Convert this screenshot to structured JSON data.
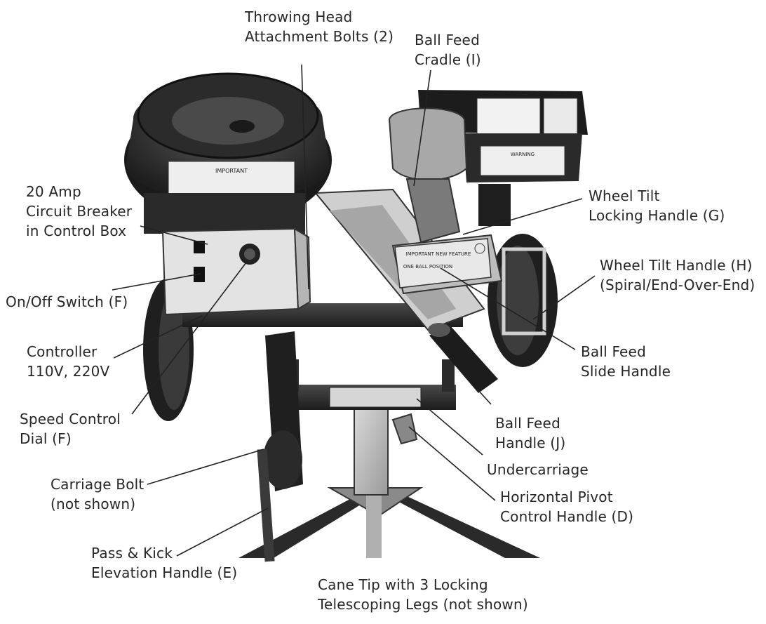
{
  "callouts": [
    {
      "id": "throwing-head-bolts",
      "lines": [
        "Throwing Head",
        "Attachment Bolts (2)"
      ]
    },
    {
      "id": "ball-feed-cradle",
      "lines": [
        "Ball Feed",
        "Cradle (I)"
      ]
    },
    {
      "id": "circuit-breaker",
      "lines": [
        "20 Amp",
        "Circuit Breaker",
        "in Control Box"
      ]
    },
    {
      "id": "wheel-tilt-locking-handle",
      "lines": [
        "Wheel Tilt",
        "Locking Handle (G)"
      ]
    },
    {
      "id": "wheel-tilt-handle",
      "lines": [
        "Wheel Tilt Handle (H)",
        "(Spiral/End-Over-End)"
      ]
    },
    {
      "id": "on-off-switch",
      "lines": [
        "On/Off Switch (F)"
      ]
    },
    {
      "id": "controller",
      "lines": [
        "Controller",
        "110V, 220V"
      ]
    },
    {
      "id": "ball-feed-slide-handle",
      "lines": [
        "Ball Feed",
        "Slide Handle"
      ]
    },
    {
      "id": "speed-control-dial",
      "lines": [
        "Speed Control",
        "Dial (F)"
      ]
    },
    {
      "id": "ball-feed-handle",
      "lines": [
        "Ball Feed",
        "Handle (J)"
      ]
    },
    {
      "id": "undercarriage",
      "lines": [
        "Undercarriage"
      ]
    },
    {
      "id": "carriage-bolt",
      "lines": [
        "Carriage Bolt",
        "(not shown)"
      ]
    },
    {
      "id": "horizontal-pivot-handle",
      "lines": [
        "Horizontal Pivot",
        "Control Handle (D)"
      ]
    },
    {
      "id": "elevation-handle",
      "lines": [
        "Pass & Kick",
        "Elevation Handle (E)"
      ]
    },
    {
      "id": "cane-tip-legs",
      "lines": [
        "Cane Tip with 3 Locking",
        "Telescoping Legs (not shown)"
      ]
    }
  ],
  "decals": {
    "important": "IMPORTANT",
    "new_feature": "IMPORTANT NEW FEATURE",
    "one_ball": "ONE BALL POSITION",
    "warning": "WARNING"
  }
}
